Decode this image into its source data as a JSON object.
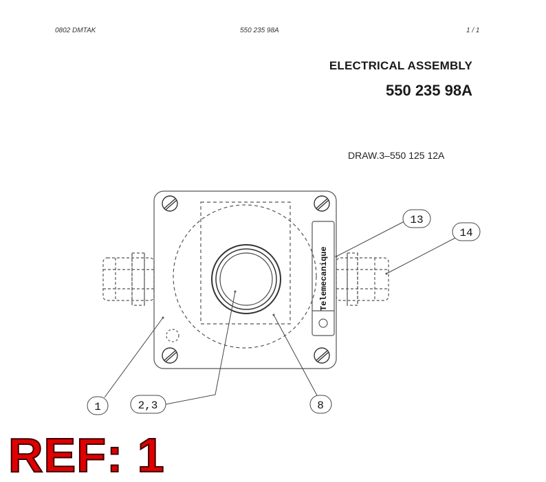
{
  "header": {
    "left": "0802 DMTAK",
    "center": "550 235 98A",
    "page": "1 /   1"
  },
  "title": "ELECTRICAL ASSEMBLY",
  "part_number": "550 235 98A",
  "drawing_ref": "DRAW.3–550 125 12A",
  "drawing": {
    "brand_label": "Telemecanique",
    "callouts": [
      "13",
      "14",
      "1",
      "2,3",
      "8"
    ]
  },
  "ref_label": "REF: 1"
}
